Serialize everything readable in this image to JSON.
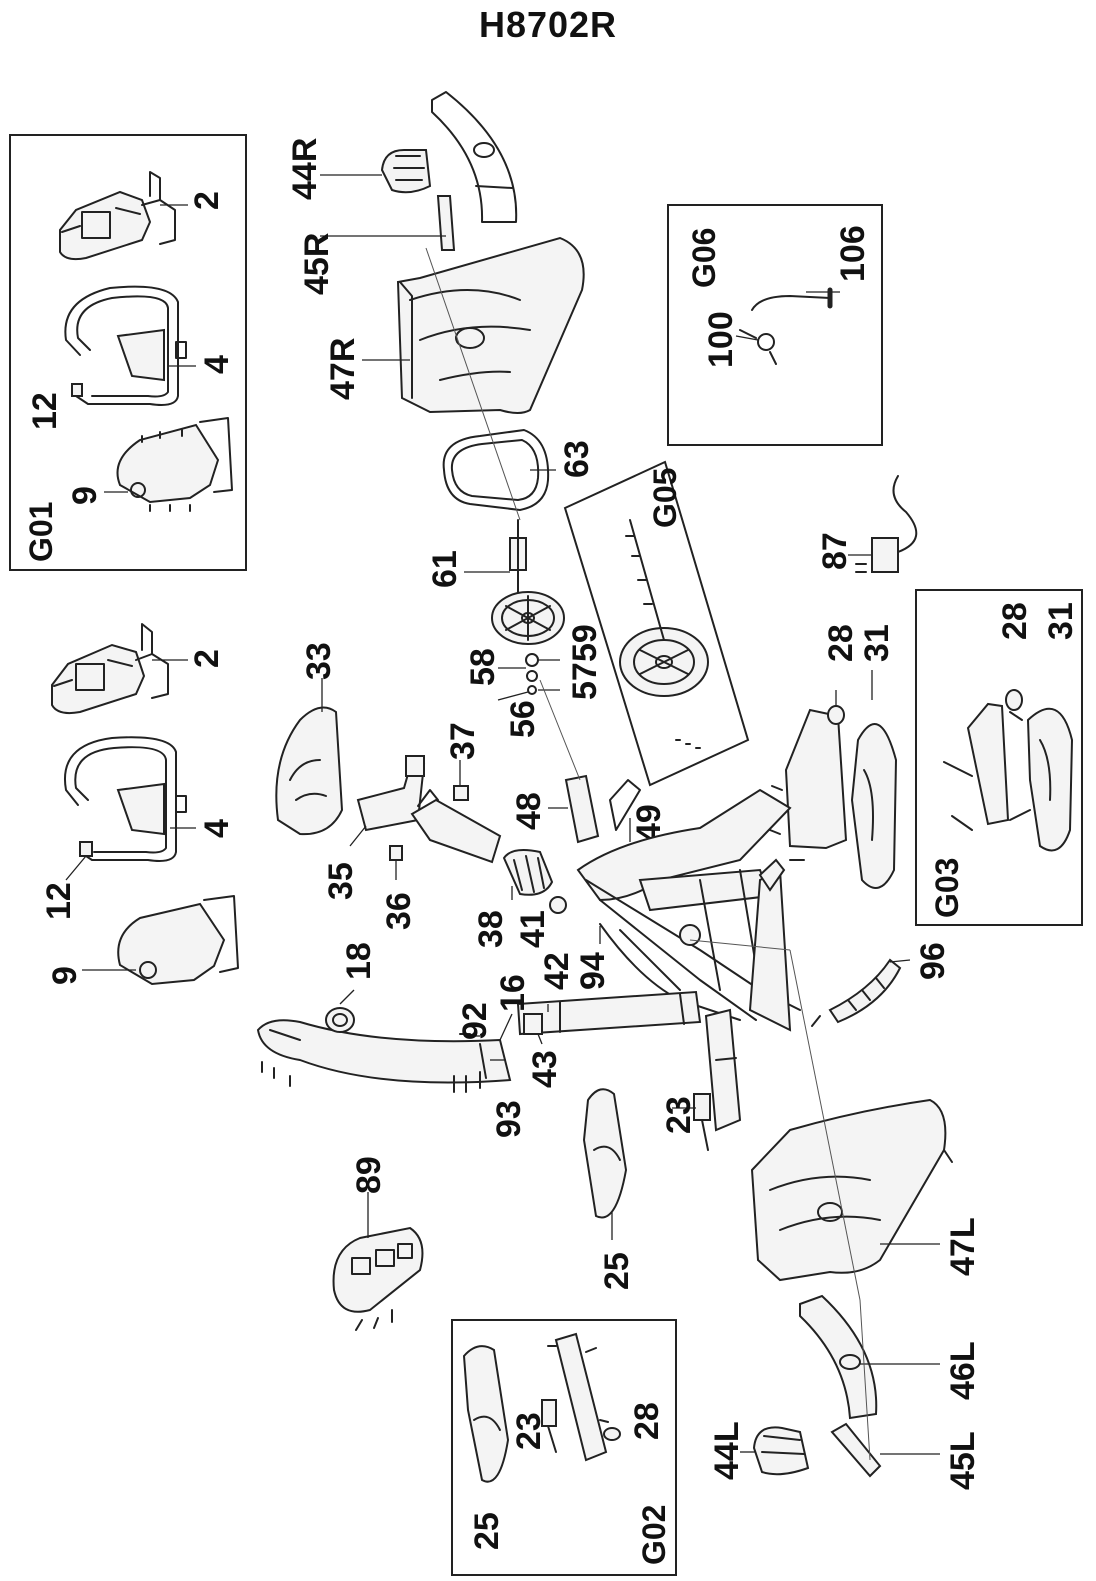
{
  "title": "H8702R",
  "groups": [
    "G01",
    "G02",
    "G03",
    "G05",
    "G06"
  ],
  "labels": {
    "l2a": "2",
    "l4a": "4",
    "l12a": "12",
    "l9a": "9",
    "l2b": "2",
    "l4b": "4",
    "l12b": "12",
    "l9b": "9",
    "l44R": "44R",
    "l45R": "45R",
    "l47R": "47R",
    "l63": "63",
    "l61": "61",
    "l58": "58",
    "l57": "57",
    "l59": "59",
    "l56": "56",
    "l100": "100",
    "l106": "106",
    "l87": "87",
    "l28a": "28",
    "l31a": "31",
    "l28b": "28",
    "l31b": "31",
    "l33": "33",
    "l37": "37",
    "l35": "35",
    "l36": "36",
    "l48": "48",
    "l49": "49",
    "l38": "38",
    "l41": "41",
    "l94": "94",
    "l42": "42",
    "l16": "16",
    "l92": "92",
    "l43": "43",
    "l93": "93",
    "l18": "18",
    "l96": "96",
    "l23a": "23",
    "l25a": "25",
    "l89": "89",
    "l47L": "47L",
    "l46L": "46L",
    "l44L": "44L",
    "l45L": "45L",
    "l25b": "25",
    "l23b": "23",
    "l28c": "28"
  }
}
